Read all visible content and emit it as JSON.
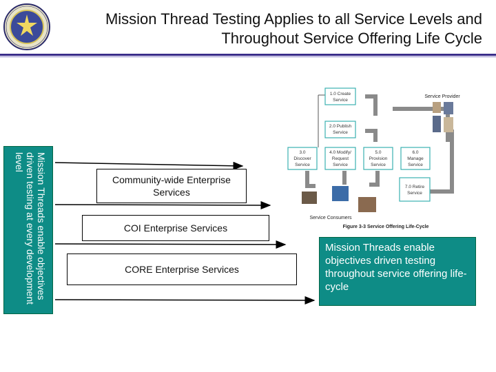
{
  "slide": {
    "title_line1": "Mission Thread Testing Applies to all Service Levels and",
    "title_line2": "Throughout Service Offering Life Cycle",
    "logo_text": "DEFENSE INFORMATION SYSTEMS AGENCY",
    "side_note": "Mission Threads enable objectives driven testing at every development level",
    "service_levels": [
      "Community-wide Enterprise Services",
      "COI Enterprise Services",
      "CORE Enterprise Services"
    ],
    "callout": "Mission Threads enable objectives driven testing throughout service offering life-cycle"
  },
  "figure": {
    "caption": "Figure 3-3 Service Offering Life-Cycle",
    "service_provider": "Service Provider",
    "service_consumers": "Service Consumers",
    "steps": [
      {
        "id": "1",
        "line1": "1.0 Create",
        "line2": "Service"
      },
      {
        "id": "2",
        "line1": "2.0 Publish",
        "line2": "Service"
      },
      {
        "id": "3",
        "line1": "3.0",
        "line2": "Discover",
        "line3": "Service"
      },
      {
        "id": "4",
        "line1": "4.0 Modify/",
        "line2": "Request",
        "line3": "Service"
      },
      {
        "id": "5",
        "line1": "5.0",
        "line2": "Provision",
        "line3": "Service"
      },
      {
        "id": "6",
        "line1": "6.0",
        "line2": "Manage",
        "line3": "Service"
      },
      {
        "id": "7",
        "line1": "7.0 Retire",
        "line2": "Service"
      }
    ],
    "colors": {
      "box_border": "#3ab0b0",
      "arrow": "#808080"
    }
  },
  "colors": {
    "teal": "#0e8c86",
    "title_rule": "#3a2d8a"
  }
}
